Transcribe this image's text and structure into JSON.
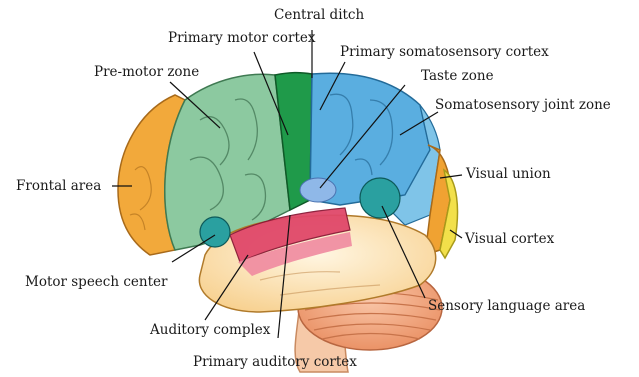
{
  "figure": {
    "subject": "lateral view of human brain with functional areas",
    "labels": [
      {
        "id": "central-ditch",
        "text": "Central ditch"
      },
      {
        "id": "primary-motor-cortex",
        "text": "Primary motor cortex"
      },
      {
        "id": "primary-somatosensory-cortex",
        "text": "Primary somatosensory cortex"
      },
      {
        "id": "pre-motor-zone",
        "text": "Pre-motor zone"
      },
      {
        "id": "taste-zone",
        "text": "Taste zone"
      },
      {
        "id": "somatosensory-joint-zone",
        "text": "Somatosensory joint zone"
      },
      {
        "id": "frontal-area",
        "text": "Frontal area"
      },
      {
        "id": "visual-union",
        "text": "Visual union"
      },
      {
        "id": "visual-cortex",
        "text": "Visual cortex"
      },
      {
        "id": "motor-speech-center",
        "text": "Motor speech center"
      },
      {
        "id": "sensory-language-area",
        "text": "Sensory language area"
      },
      {
        "id": "auditory-complex",
        "text": "Auditory complex"
      },
      {
        "id": "primary-auditory-cortex",
        "text": "Primary auditory cortex"
      }
    ],
    "region_colors": {
      "frontal": "#f2a93b",
      "premotor": "#8cc9a0",
      "motor": "#1f9a4a",
      "somatosensory": "#5aaee0",
      "somatosensory_joint": "#7fc4e8",
      "visual_union": "#f0a232",
      "visual_cortex": "#f2e04a",
      "temporal": "#fde3b0",
      "auditory": "#e0486a",
      "taste": "#8fb8e8",
      "language": "#2aa0a0",
      "cerebellum": "#f3a07a",
      "brainstem": "#f6c9a8"
    }
  }
}
